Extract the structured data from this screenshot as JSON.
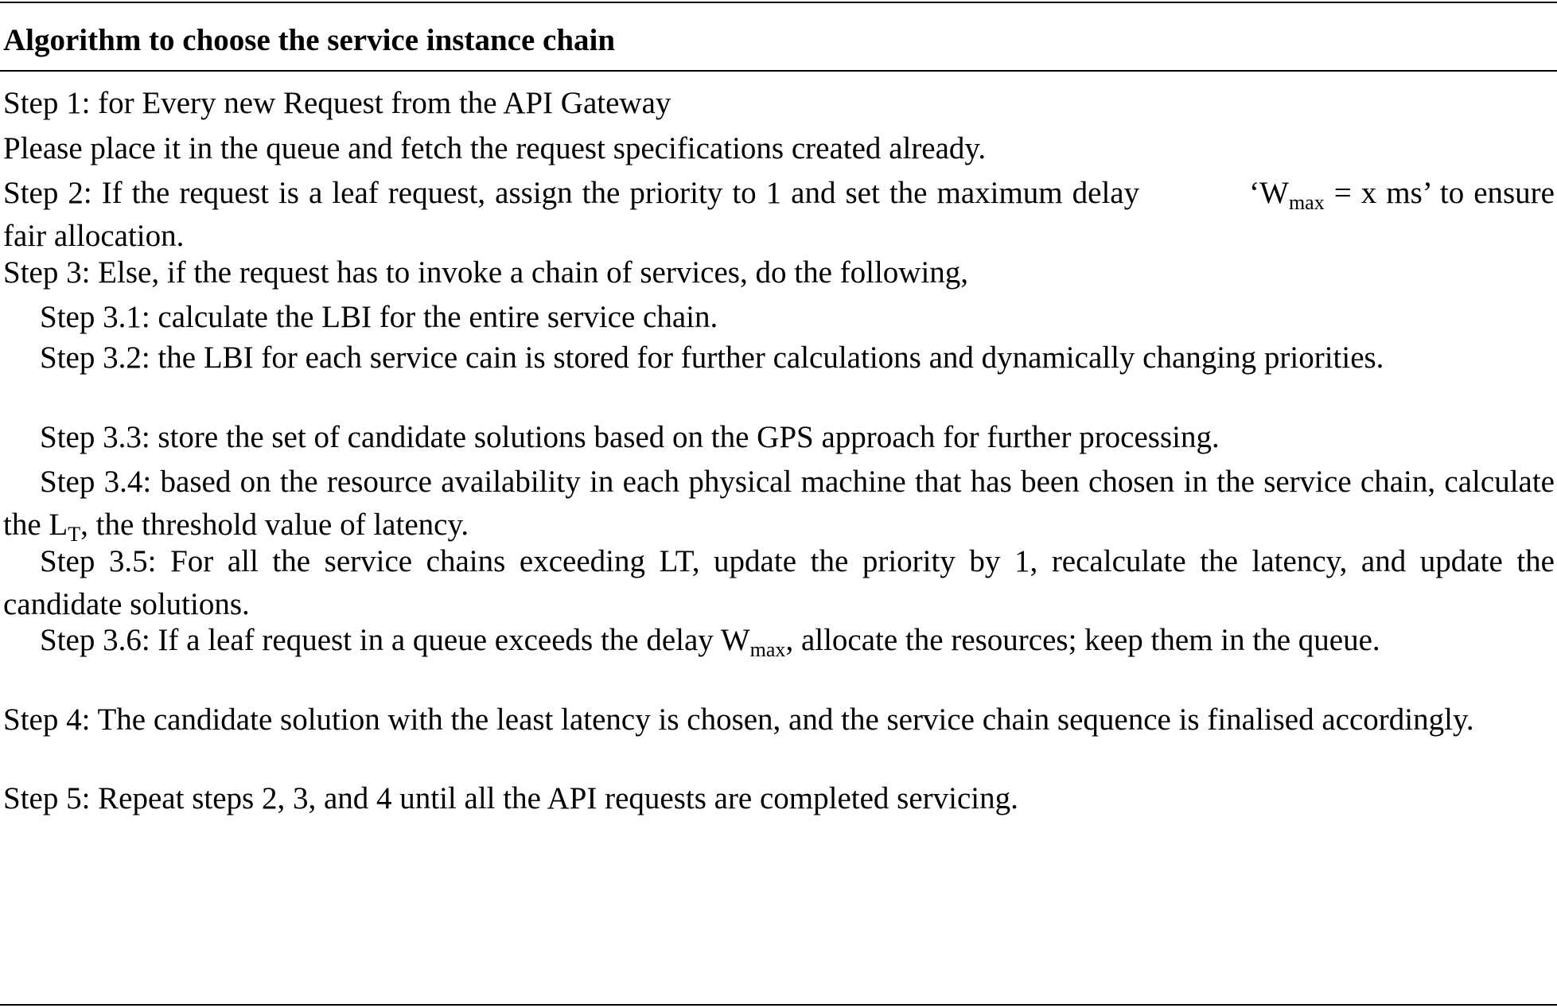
{
  "algorithm": {
    "title": "Algorithm to choose the service instance chain",
    "step1": "Step 1: for Every new Request from the API Gateway",
    "step1_detail": "Please place it in the queue and fetch the request specifications created already.",
    "step2": {
      "before": "Step 2: If the request is a leaf request, assign the priority to 1 and set the maximum delay",
      "symbol_open": "‘W",
      "symbol_sub": "max",
      "after": " = x ms’ to ensure fair allocation."
    },
    "step3": "Step 3: Else, if the request has to invoke a chain of services, do the following,",
    "step3_1": "Step 3.1: calculate the LBI for the entire service chain.",
    "step3_2": "Step 3.2: the LBI for each service cain is stored for further calculations and dynamically changing priorities.",
    "step3_3": "Step 3.3: store the set of candidate solutions based on the GPS approach for further processing.",
    "step3_4": {
      "before": "Step 3.4: based on the resource availability in each physical machine that has been chosen in the service chain, calculate the L",
      "sub": "T",
      "after": ", the threshold value of latency."
    },
    "step3_5": "Step 3.5: For all the service chains exceeding LT, update the priority by 1, recalculate the latency, and update the candidate solutions.",
    "step3_6": {
      "before": "Step 3.6: If a leaf request in a queue exceeds the delay W",
      "sub": "max",
      "after": ", allocate the resources; keep them in the queue."
    },
    "step4": "Step 4: The candidate solution with the least latency is chosen, and the service chain sequence is finalised accordingly.",
    "step5": "Step 5: Repeat steps 2, 3, and 4 until all the API requests are completed servicing."
  }
}
